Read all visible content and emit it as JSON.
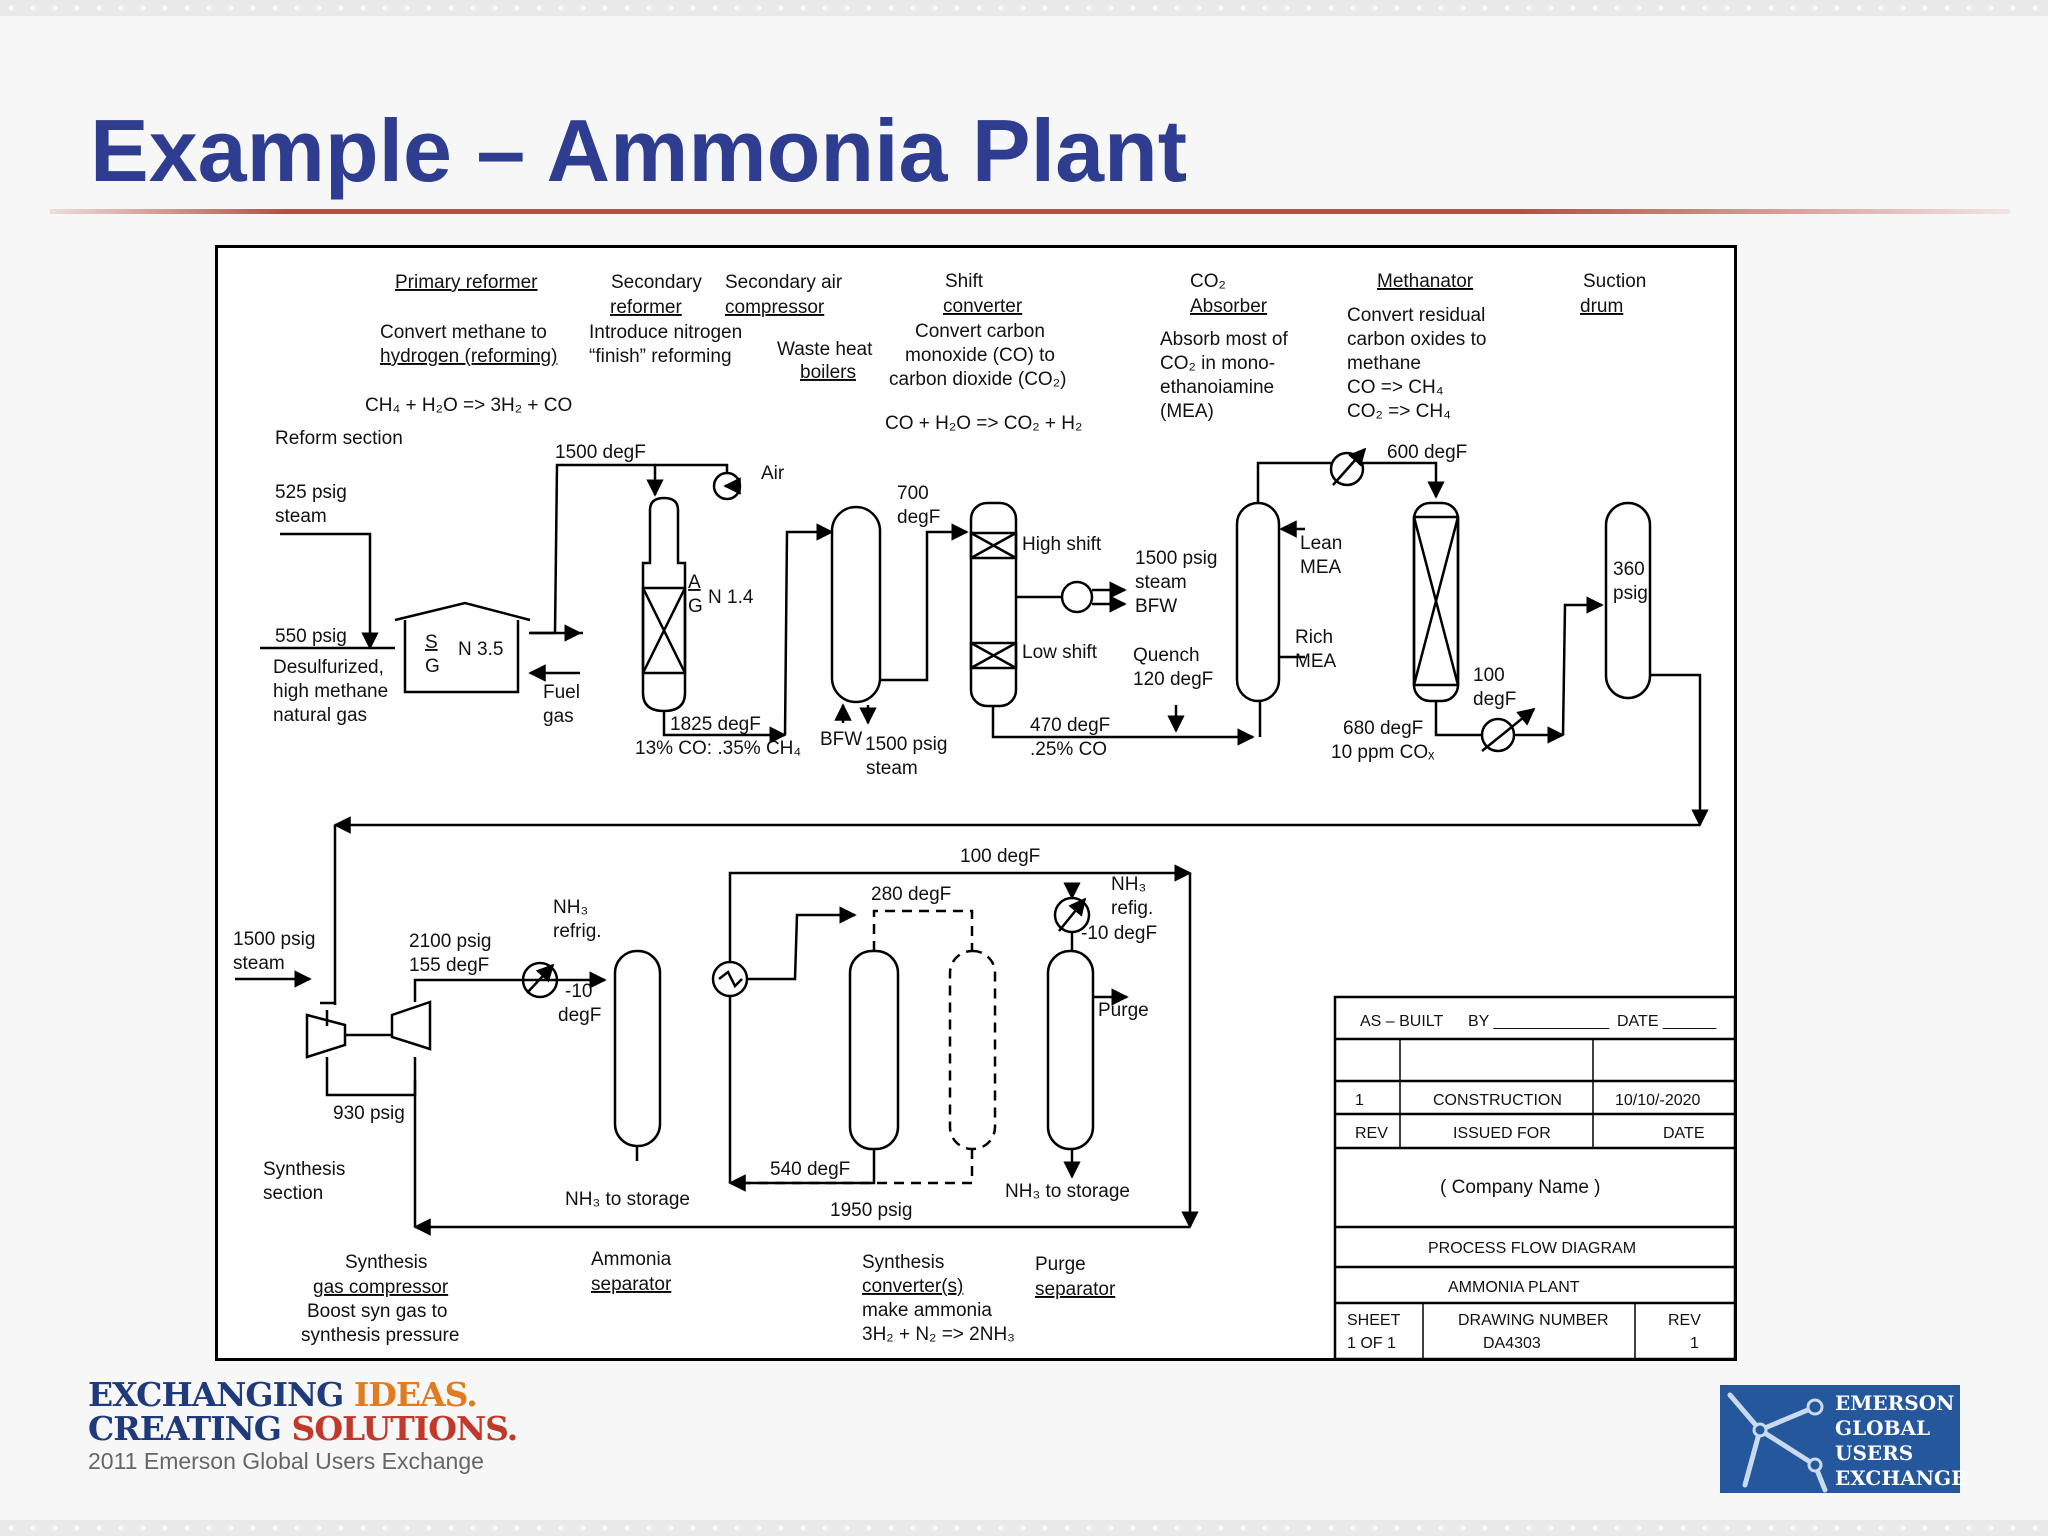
{
  "title": "Example – Ammonia Plant",
  "diagram": {
    "headers": {
      "primary_reformer": "Primary reformer",
      "secondary_reformer_1": "Secondary",
      "secondary_reformer_2": "reformer",
      "secondary_air_1": "Secondary air",
      "secondary_air_2": "compressor",
      "shift_1": "Shift",
      "shift_2": "converter",
      "co2_absorber_1": "CO₂",
      "co2_absorber_2": "Absorber",
      "methanator": "Methanator",
      "suction_1": "Suction",
      "suction_2": "drum",
      "waste_heat_1": "Waste heat",
      "waste_heat_2": "boilers",
      "synthesis_compressor_1": "Synthesis",
      "synthesis_compressor_2": "gas compressor",
      "ammonia_separator_1": "Ammonia",
      "ammonia_separator_2": "separator",
      "synthesis_converter_1": "Synthesis",
      "synthesis_converter_2": "converter(s)",
      "purge_separator_1": "Purge",
      "purge_separator_2": "separator"
    },
    "descriptions": {
      "primary_1": "Convert methane to",
      "primary_2": "hydrogen (reforming)",
      "primary_eq": "CH₄ + H₂O => 3H₂ + CO",
      "secondary_1": "Introduce nitrogen",
      "secondary_2": "“finish” reforming",
      "shift_1": "Convert carbon",
      "shift_2": "monoxide (CO) to",
      "shift_3": "carbon dioxide (CO₂)",
      "shift_eq": "CO + H₂O => CO₂ + H₂",
      "absorber_1": "Absorb most of",
      "absorber_2": "CO₂ in mono-",
      "absorber_3": "ethanoiamine",
      "absorber_4": "(MEA)",
      "methanator_1": "Convert residual",
      "methanator_2": "carbon oxides to",
      "methanator_3": "methane",
      "methanator_4": "CO  => CH₄",
      "methanator_5": "CO₂ => CH₄",
      "compressor_1": "Boost syn gas to",
      "compressor_2": "synthesis pressure",
      "converter_1": "make ammonia",
      "converter_2": "3H₂ + N₂ => 2NH₃"
    },
    "labels": {
      "reform_section": "Reform section",
      "steam_525_1": "525 psig",
      "steam_525_2": "steam",
      "gas_550": "550 psig",
      "desulf_1": "Desulfurized,",
      "desulf_2": "high methane",
      "desulf_3": "natural gas",
      "sg_s": "S",
      "sg_g": "G",
      "n35": "N 3.5",
      "fuel_1": "Fuel",
      "fuel_2": "gas",
      "t1500": "1500 degF",
      "air": "Air",
      "ag_a": "A",
      "ag_g": "G",
      "n14": "N 1.4",
      "t1825": "1825 degF",
      "comp_13": "13% CO:  .35% CH₄",
      "bfw_1": "BFW",
      "steam_1500_a1": "1500 psig",
      "steam_1500_a2": "steam",
      "t700_1": "700",
      "t700_2": "degF",
      "high_shift": "High shift",
      "low_shift": "Low shift",
      "steam_1500_b1": "1500 psig",
      "steam_1500_b2": "steam",
      "bfw_2": "BFW",
      "quench_1": "Quench",
      "quench_2": "120 degF",
      "t470": "470 degF",
      "co25": ".25% CO",
      "lean_1": "Lean",
      "lean_2": "MEA",
      "rich_1": "Rich",
      "rich_2": "MEA",
      "t600": "600 degF",
      "t100_1": "100",
      "t100_2": "degF",
      "t680": "680 degF",
      "ppm": "10 ppm COₓ",
      "psig360_1": "360",
      "psig360_2": "psig",
      "t100_top": "100 degF",
      "steam_1500_c1": "1500 psig",
      "steam_1500_c2": "steam",
      "p2100": "2100 psig",
      "t155": "155 degF",
      "p930": "930 psig",
      "synthesis_1": "Synthesis",
      "synthesis_2": "section",
      "nh3refrig_1": "NH₃",
      "nh3refrig_2": "refrig.",
      "m10_1": "-10",
      "m10_2": "degF",
      "t280": "280 degF",
      "nh3refig_1": "NH₃",
      "nh3refig_2": "refig.",
      "m10b": "-10 degF",
      "purge": "Purge",
      "t540": "540 degF",
      "nh3_storage_1": "NH₃ to storage",
      "nh3_storage_2": "NH₃ to storage",
      "p1950": "1950 psig"
    },
    "title_block": {
      "as_built": "AS – BUILT",
      "by": "BY _____________",
      "date_line": "DATE ______",
      "rev_no": "1",
      "issued": "CONSTRUCTION",
      "date_val": "10/10/-2020",
      "rev_hdr": "REV",
      "issued_hdr": "ISSUED FOR",
      "date_hdr": "DATE",
      "company": "( Company Name )",
      "pfd": "PROCESS FLOW DIAGRAM",
      "plant": "AMMONIA PLANT",
      "sheet_hdr": "SHEET",
      "sheet_val": "1 OF 1",
      "drawing_hdr": "DRAWING NUMBER",
      "drawing_val": "DA4303",
      "rev_hdr2": "REV",
      "rev_val": "1"
    }
  },
  "footer": {
    "line1_a": "EXCHANGING ",
    "line1_b": "IDEAS.",
    "line2_a": "CREATING ",
    "line2_b": "SOLUTIONS.",
    "line3": "2011 Emerson Global Users Exchange",
    "logo_1": "EMERSON",
    "logo_2": "GLOBAL",
    "logo_3": "USERS",
    "logo_4": "EXCHANGE"
  }
}
